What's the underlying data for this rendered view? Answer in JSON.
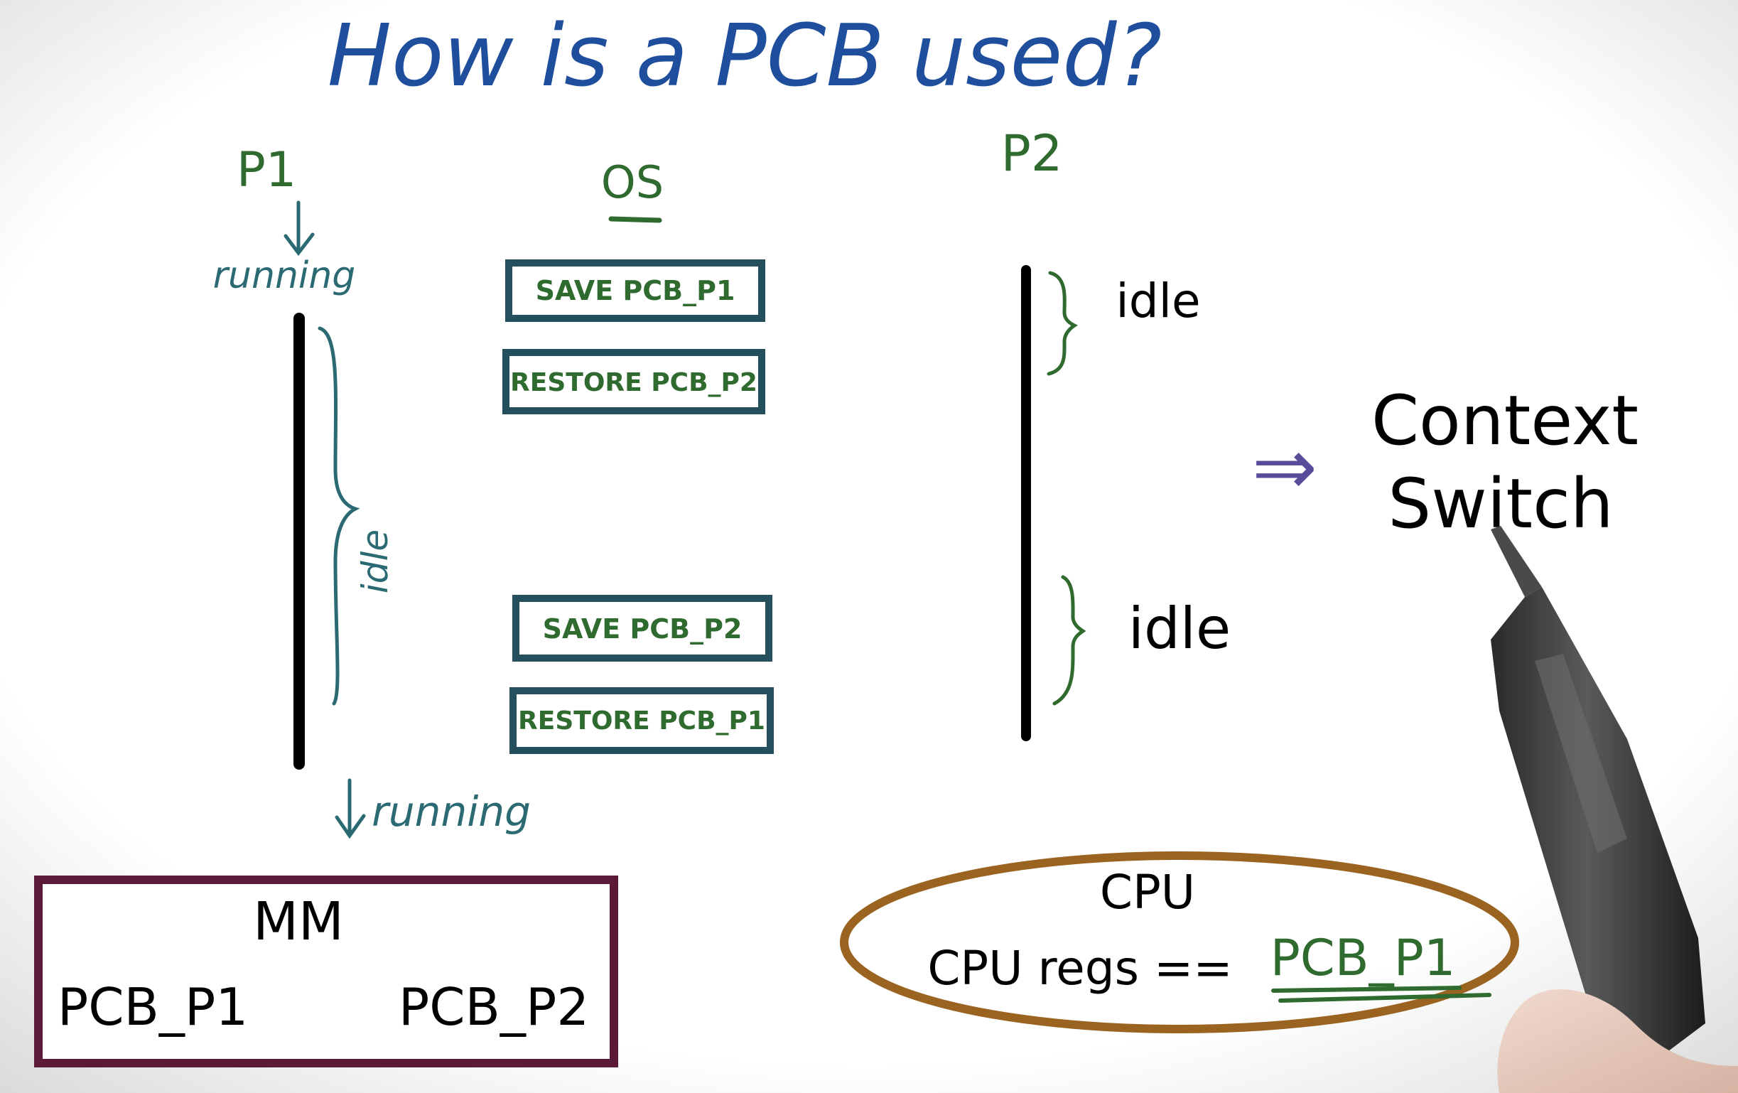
{
  "title": "How is a PCB used?",
  "colors": {
    "title": "#1f4e9c",
    "process_label": "#2f6b2f",
    "running": "#2b6a73",
    "os_box_border": "#254f5c",
    "os_box_text": "#2f6b2f",
    "idle": "#2f6b2f",
    "context_switch": "#5a4a9a",
    "memory": "#5a1a38",
    "cpu": "#9a6a1a",
    "cpu_ellipse": "#9a6420",
    "timeline": "#000000"
  },
  "p1": {
    "label": "P1",
    "running_top": "running",
    "idle": "idle",
    "running_bottom": "running"
  },
  "os": {
    "label": "OS",
    "boxes": [
      "SAVE PCB_P1",
      "RESTORE PCB_P2",
      "SAVE PCB_P2",
      "RESTORE PCB_P1"
    ]
  },
  "p2": {
    "label": "P2",
    "idle_top": "idle",
    "idle_bottom": "idle"
  },
  "context_switch": {
    "arrow": "⇒",
    "line1": "Context",
    "line2": "Switch"
  },
  "memory": {
    "label": "MM",
    "pcb1": "PCB_P1",
    "pcb2": "PCB_P2"
  },
  "cpu": {
    "label": "CPU",
    "regs": "CPU regs ==",
    "pcb": "PCB_P1"
  }
}
